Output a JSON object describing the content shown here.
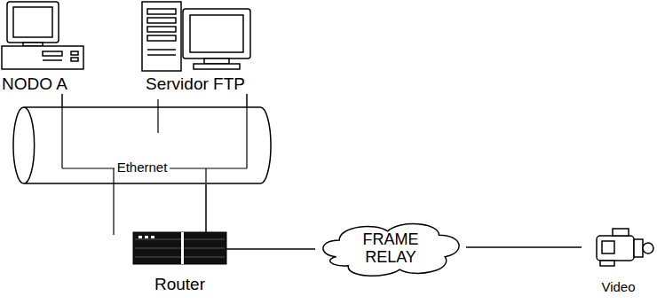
{
  "diagram": {
    "nodes": [
      {
        "text": [
          "NODO A"
        ]
      },
      {
        "text": [
          "Servidor FTP"
        ]
      },
      {
        "text": [
          "Ethernet"
        ]
      },
      {
        "text": [
          "Router"
        ]
      },
      {
        "text": [
          "FRAME RELAY"
        ]
      },
      {
        "text": [
          "Video"
        ]
      }
    ],
    "edges": [
      {
        "from": 0,
        "to": 2,
        "arrow": "none"
      },
      {
        "from": 1,
        "to": 2,
        "arrow": "none"
      },
      {
        "from": 3,
        "to": 2,
        "arrow": "none"
      },
      {
        "from": 3,
        "to": 4,
        "arrow": "none"
      },
      {
        "from": 4,
        "to": 5,
        "arrow": "none"
      }
    ]
  }
}
